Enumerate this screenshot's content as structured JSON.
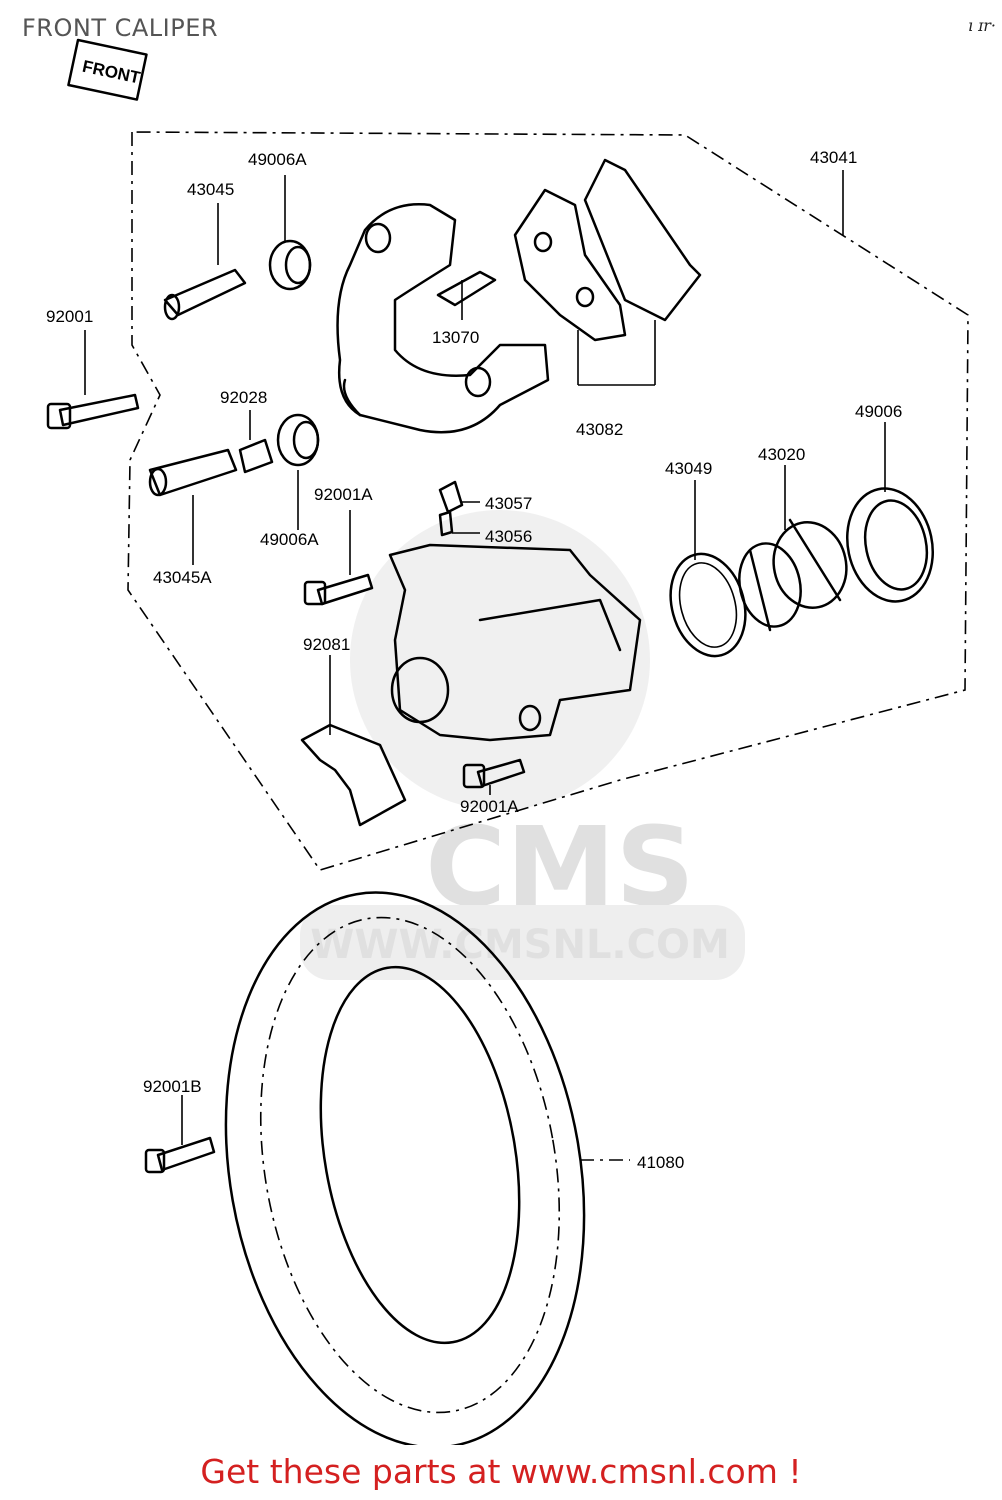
{
  "header": {
    "title": "FRONT CALIPER",
    "corner_code": "ı ɪr·"
  },
  "front_tag": "FRONT",
  "watermark": {
    "brand": "CMS",
    "url": "WWW.CMSNL.COM"
  },
  "parts": {
    "p43041": "43041",
    "p49006A_top": "49006A",
    "p43045": "43045",
    "p92001": "92001",
    "p13070": "13070",
    "p43082": "43082",
    "p92028": "92028",
    "p49006": "49006",
    "p43020": "43020",
    "p43049": "43049",
    "p92001A_top": "92001A",
    "p43057": "43057",
    "p43056": "43056",
    "p49006A_bottom": "49006A",
    "p43045A": "43045A",
    "p92081": "92081",
    "p92001A_bottom": "92001A",
    "p92001B": "92001B",
    "p41080": "41080"
  },
  "footer": {
    "cta": "Get these parts at www.cmsnl.com !"
  }
}
